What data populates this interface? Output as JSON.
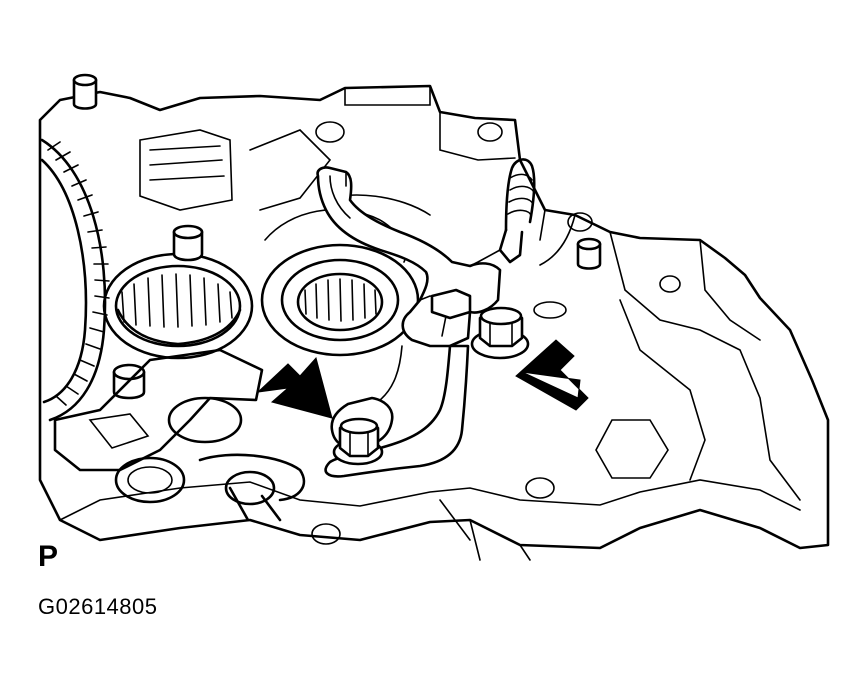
{
  "figure": {
    "corner_label": "P",
    "code": "G02614805",
    "colors": {
      "ink": "#000000",
      "background": "#ffffff"
    },
    "callouts": [
      "arrow-pointing-to-lower-bolt",
      "arrow-pointing-to-upper-bolt"
    ]
  }
}
